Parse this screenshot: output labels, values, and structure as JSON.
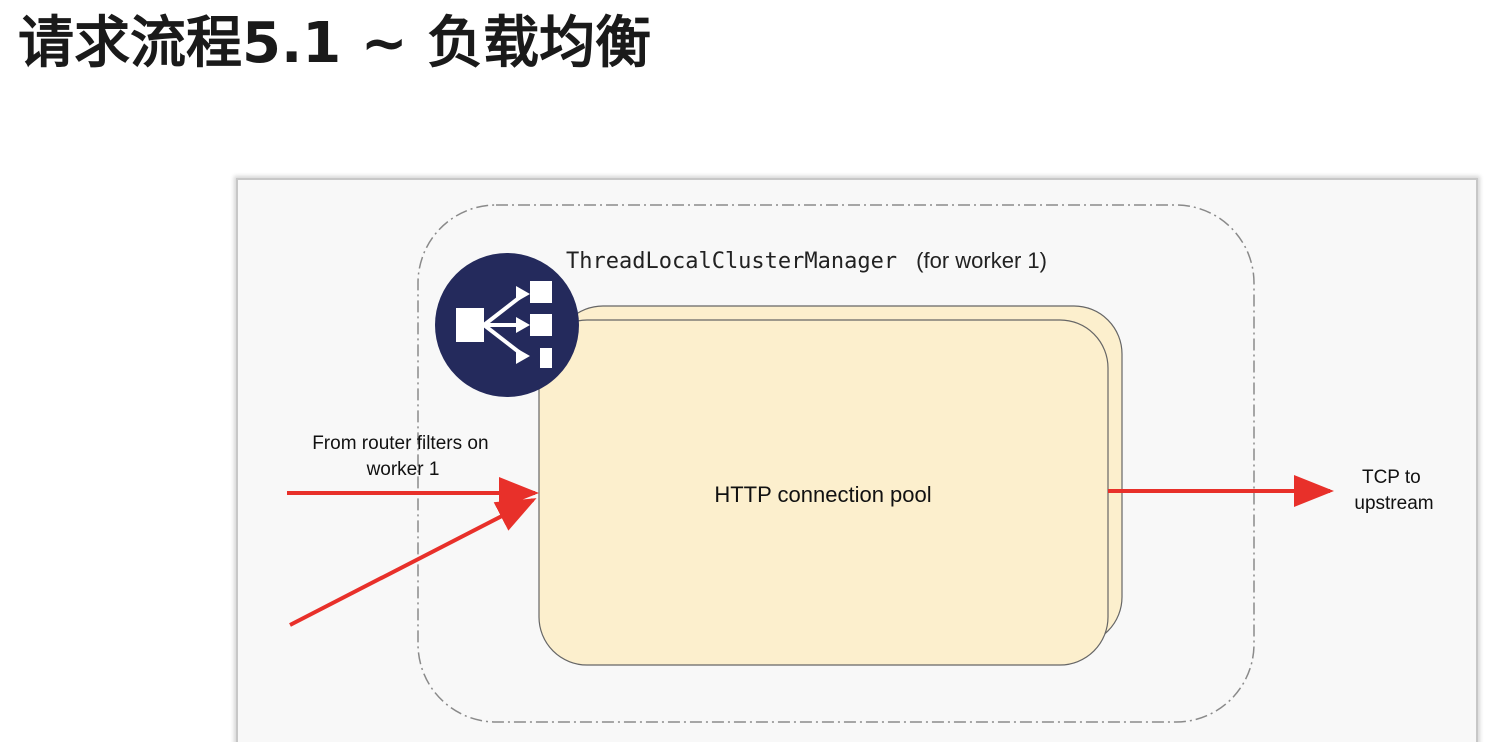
{
  "slide": {
    "title": "请求流程5.1 ~ 负载均衡"
  },
  "diagram": {
    "container_label_code": "ThreadLocalClusterManager",
    "container_label_suffix": "(for worker 1)",
    "pool_label": "HTTP connection pool",
    "input_label_line1": "From router filters on",
    "input_label_line2": "worker 1",
    "output_label_line1": "TCP to",
    "output_label_line2": "upstream",
    "icon": "load-balancer-icon",
    "colors": {
      "arrow": "#e8302a",
      "pool_fill": "#fcefcd",
      "icon_circle": "#242a5c",
      "dashed_border": "#8a8a8a",
      "figure_background": "#f8f8f8"
    }
  }
}
